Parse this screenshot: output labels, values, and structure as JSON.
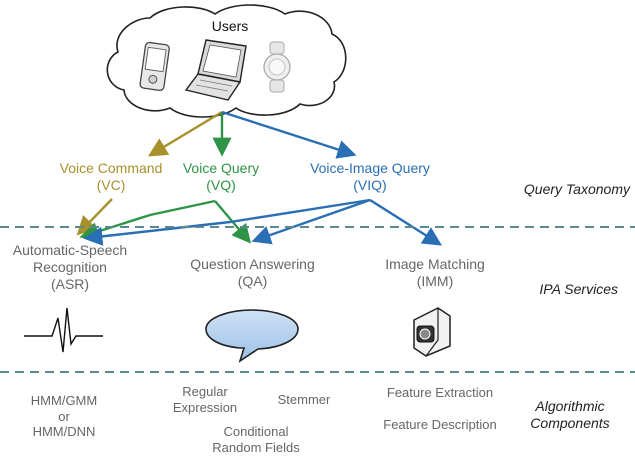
{
  "users": {
    "label": "Users"
  },
  "queries": {
    "vc": {
      "name": "Voice Command",
      "abbr": "(VC)"
    },
    "vq": {
      "name": "Voice Query",
      "abbr": "(VQ)"
    },
    "viq": {
      "name": "Voice-Image Query",
      "abbr": "(VIQ)"
    }
  },
  "services": {
    "asr": {
      "line1": "Automatic-Speech",
      "line2": "Recognition",
      "abbr": "(ASR)"
    },
    "qa": {
      "name": "Question Answering",
      "abbr": "(QA)"
    },
    "imm": {
      "name": "Image Matching",
      "abbr": "(IMM)"
    }
  },
  "layers": {
    "query": "Query Taxonomy",
    "ipa": "IPA Services",
    "algo_line1": "Algorithmic",
    "algo_line2": "Components"
  },
  "components": {
    "asr": {
      "line1": "HMM/GMM",
      "line2": "or",
      "line3": "HMM/DNN"
    },
    "regex_line1": "Regular",
    "regex_line2": "Expression",
    "stemmer": "Stemmer",
    "crf_line1": "Conditional",
    "crf_line2": "Random Fields",
    "feat_extract": "Feature Extraction",
    "feat_desc": "Feature Description"
  },
  "colors": {
    "vc": "#a8902a",
    "vq": "#2e9447",
    "viq": "#2a6fb5",
    "divider": "#5a8a8f",
    "service_text": "#666666"
  },
  "icons": [
    "smartphone-icon",
    "laptop-icon",
    "smartwatch-icon",
    "waveform-icon",
    "speech-bubble-icon",
    "camera-icon"
  ]
}
